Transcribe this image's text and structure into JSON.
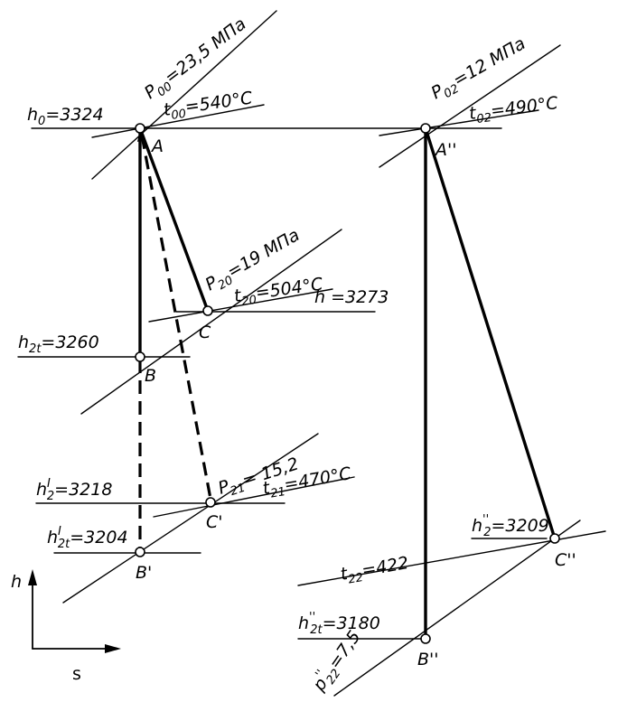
{
  "labels": {
    "p00": "P",
    "p00_sub": "00",
    "p00_val": "=23,5 МПа",
    "t00": "t",
    "t00_sub": "00",
    "t00_val": "=540°C",
    "h0": "h",
    "h0_sub": "0",
    "h0_val": "=3324",
    "A": "A",
    "p02": "P",
    "p02_sub": "02",
    "p02_val": "=12 МПа",
    "t02": "t",
    "t02_sub": "02",
    "t02_val": "=490°C",
    "A2": "A''",
    "p20": "P",
    "p20_sub": "20",
    "p20_val": "=19 МПа",
    "t20": "t",
    "t20_sub": "20",
    "t20_val": "=504°C",
    "h3273": "h =3273",
    "C": "C",
    "h2t": "h",
    "h2t_sub": "2t",
    "h2t_val": "=3260",
    "B": "B",
    "p21": "P",
    "p21_sub": "21",
    "p21_val": "= 15,2",
    "t21": "t",
    "t21_sub": "21",
    "t21_val": "=470°C",
    "h2p": "h",
    "h2p_sup": "I",
    "h2p_sub": "2",
    "h2p_val": "=3218",
    "C1": "C'",
    "h2tp": "h",
    "h2tp_sup": "I",
    "h2tp_sub": "2t",
    "h2tp_val": "=3204",
    "B1": "B'",
    "h2pp": "h",
    "h2pp_sup": "''",
    "h2pp_sub": "2",
    "h2pp_val": "=3209",
    "C2": "C''",
    "t22": "t",
    "t22_sub": "22",
    "t22_val": "=422",
    "h2tpp": "h",
    "h2tpp_sup": "''",
    "h2tpp_sub": "2t",
    "h2tpp_val": "=3180",
    "B2": "B''",
    "p22": "p",
    "p22_sup": "''",
    "p22_sub": "22",
    "p22_val": "=7,5",
    "axis_h": "h",
    "axis_s": "s"
  }
}
